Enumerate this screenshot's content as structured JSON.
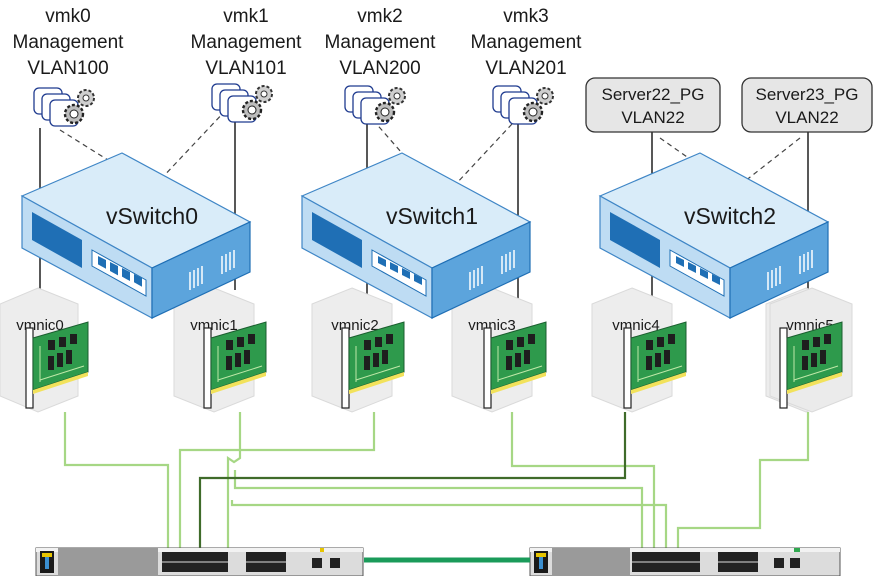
{
  "vmkernel_ports": [
    {
      "name": "vmk0",
      "type": "Management",
      "vlan": "VLAN100"
    },
    {
      "name": "vmk1",
      "type": "Management",
      "vlan": "VLAN101"
    },
    {
      "name": "vmk2",
      "type": "Management",
      "vlan": "VLAN200"
    },
    {
      "name": "vmk3",
      "type": "Management",
      "vlan": "VLAN201"
    }
  ],
  "port_groups": [
    {
      "name": "Server22_PG",
      "vlan": "VLAN22"
    },
    {
      "name": "Server23_PG",
      "vlan": "VLAN22"
    }
  ],
  "vswitches": [
    "vSwitch0",
    "vSwitch1",
    "vSwitch2"
  ],
  "vmnics": [
    "vmnic0",
    "vmnic1",
    "vmnic2",
    "vmnic3",
    "vmnic4",
    "vmnic5"
  ],
  "physical_switches": 2,
  "colors": {
    "switch_top": "#d9ecf9",
    "switch_side": "#5ca4dc",
    "switch_dark": "#1f6fb5",
    "nic_green": "#2e9a4c",
    "cable_light": "#a6d785",
    "cable_dark": "#3f6b2a",
    "isl_link": "#1a9b5a",
    "pg_box": "#e6e6e6",
    "hexagon": "#ececec"
  }
}
